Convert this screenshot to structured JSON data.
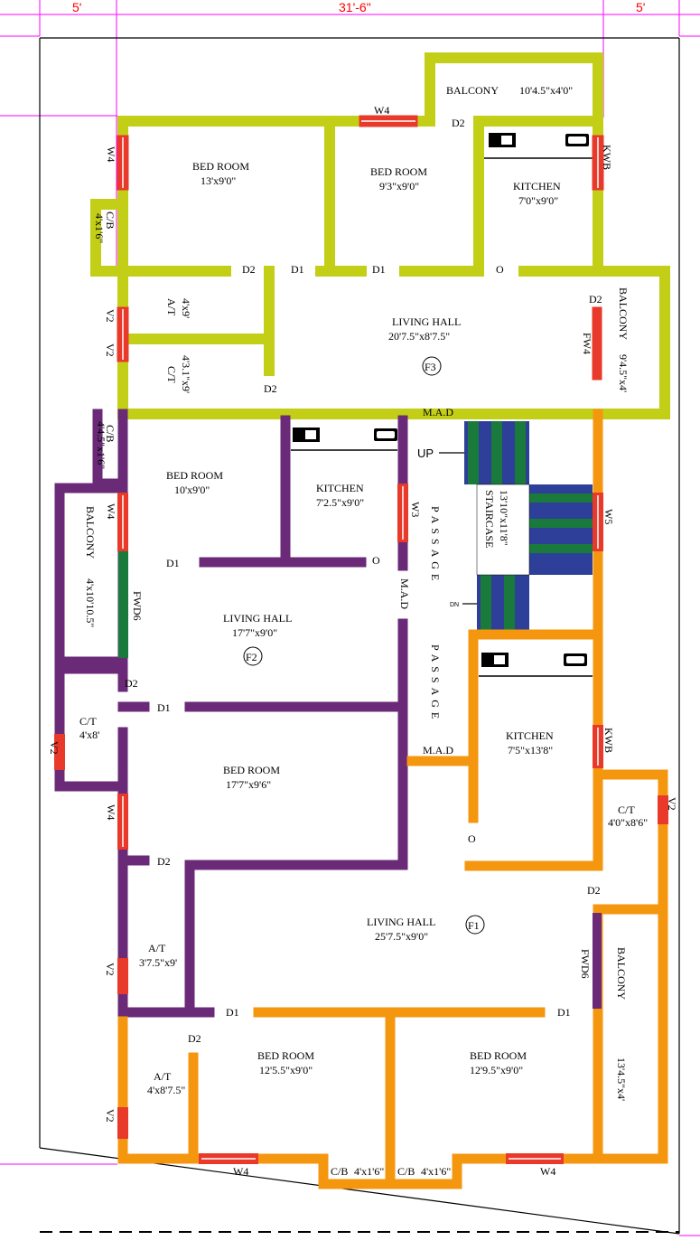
{
  "colors": {
    "f3_wall": "#c3cf17",
    "f2_wall": "#6a2a77",
    "f1_wall": "#f5960f",
    "window": "#e8392b",
    "dim_line": "#ff00ff",
    "stair_blue": "#2d3f98",
    "stair_green": "#1a7a3c"
  },
  "dimensions": {
    "left": "5'",
    "middle": "31'-6\"",
    "right": "5'"
  },
  "floor3": {
    "badge": "F3",
    "rooms": [
      {
        "name": "BED ROOM",
        "size": "13'x9'0\""
      },
      {
        "name": "BED ROOM",
        "size": "9'3\"x9'0\""
      },
      {
        "name": "KITCHEN",
        "size": "7'0\"x9'0\""
      },
      {
        "name": "LIVING HALL",
        "size": "20'7.5\"x8'7.5\""
      },
      {
        "name": "BALCONY",
        "size": "10'4.5\"x4'0\""
      },
      {
        "name": "BALCONY",
        "size": "9'4.5\"x4'"
      },
      {
        "name": "A/T",
        "size": "4'x9'"
      },
      {
        "name": "C/T",
        "size": "4'3.1\"x9'"
      },
      {
        "name": "C/B",
        "size": "4'x1'6\""
      }
    ],
    "marks": [
      "W4",
      "W4",
      "D2",
      "D2",
      "D1",
      "D1",
      "D2",
      "O",
      "D2",
      "FW4",
      "KWB",
      "V2",
      "V2",
      "M.A.D"
    ]
  },
  "floor2": {
    "badge": "F2",
    "rooms": [
      {
        "name": "BED ROOM",
        "size": "10'x9'0\""
      },
      {
        "name": "KITCHEN",
        "size": "7'2.5\"x9'0\""
      },
      {
        "name": "LIVING HALL",
        "size": "17'7\"x9'0\""
      },
      {
        "name": "BED ROOM",
        "size": "17'7\"x9'6\""
      },
      {
        "name": "BALCONY",
        "size": "4'x10'10.5\""
      },
      {
        "name": "C/T",
        "size": "4'x8'"
      },
      {
        "name": "A/T",
        "size": "3'7.5\"x9'"
      },
      {
        "name": "C/B",
        "size": "4'4.5\"x1'6\""
      }
    ],
    "marks": [
      "W4",
      "FWD6",
      "D1",
      "O",
      "D2",
      "D1",
      "D2",
      "W4",
      "V2",
      "V2",
      "W3",
      "M.A.D",
      "UP",
      "PASSAGE",
      "PASSAGE"
    ]
  },
  "floor1": {
    "badge": "F1",
    "rooms": [
      {
        "name": "KITCHEN",
        "size": "7'5\"x13'8\""
      },
      {
        "name": "LIVING HALL",
        "size": "25'7.5\"x9'0\""
      },
      {
        "name": "BED ROOM",
        "size": "12'5.5\"x9'0\""
      },
      {
        "name": "BED ROOM",
        "size": "12'9.5\"x9'0\""
      },
      {
        "name": "BALCONY",
        "size": "13'4.5\"x4'"
      },
      {
        "name": "C/T",
        "size": "4'0\"x8'6\""
      },
      {
        "name": "A/T",
        "size": "4'x8'7.5\""
      },
      {
        "name": "C/B",
        "size": "4'x1'6\""
      },
      {
        "name": "C/B",
        "size": "4'x1'6\""
      }
    ],
    "marks": [
      "M.A.D",
      "O",
      "D2",
      "FWD6",
      "D1",
      "D1",
      "D2",
      "W4",
      "W4",
      "V2",
      "V2",
      "KWB",
      "W5",
      "DN"
    ]
  },
  "staircase": {
    "name": "STAIRCASE",
    "size": "13'10\"x11'8\""
  }
}
